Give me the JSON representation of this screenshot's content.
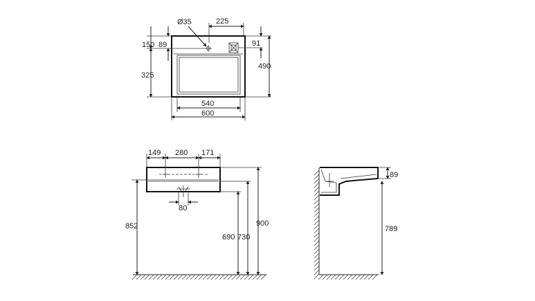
{
  "top_view": {
    "tap_hole": "Ø35",
    "tap_offset": "225",
    "back_depth_left": "150",
    "back_depth_inner": "89",
    "back_depth_right": "91",
    "bowl_depth": "325",
    "total_depth": "490",
    "inner_width": "540",
    "total_width": "600"
  },
  "front_view": {
    "left_seg": "149",
    "mid_seg": "280",
    "right_seg": "171",
    "waste_width": "80",
    "floor_left": "852",
    "floor_a": "690",
    "floor_b": "730",
    "floor_total": "900"
  },
  "side_view": {
    "top_thickness": "89",
    "height_to_bottom": "789"
  }
}
